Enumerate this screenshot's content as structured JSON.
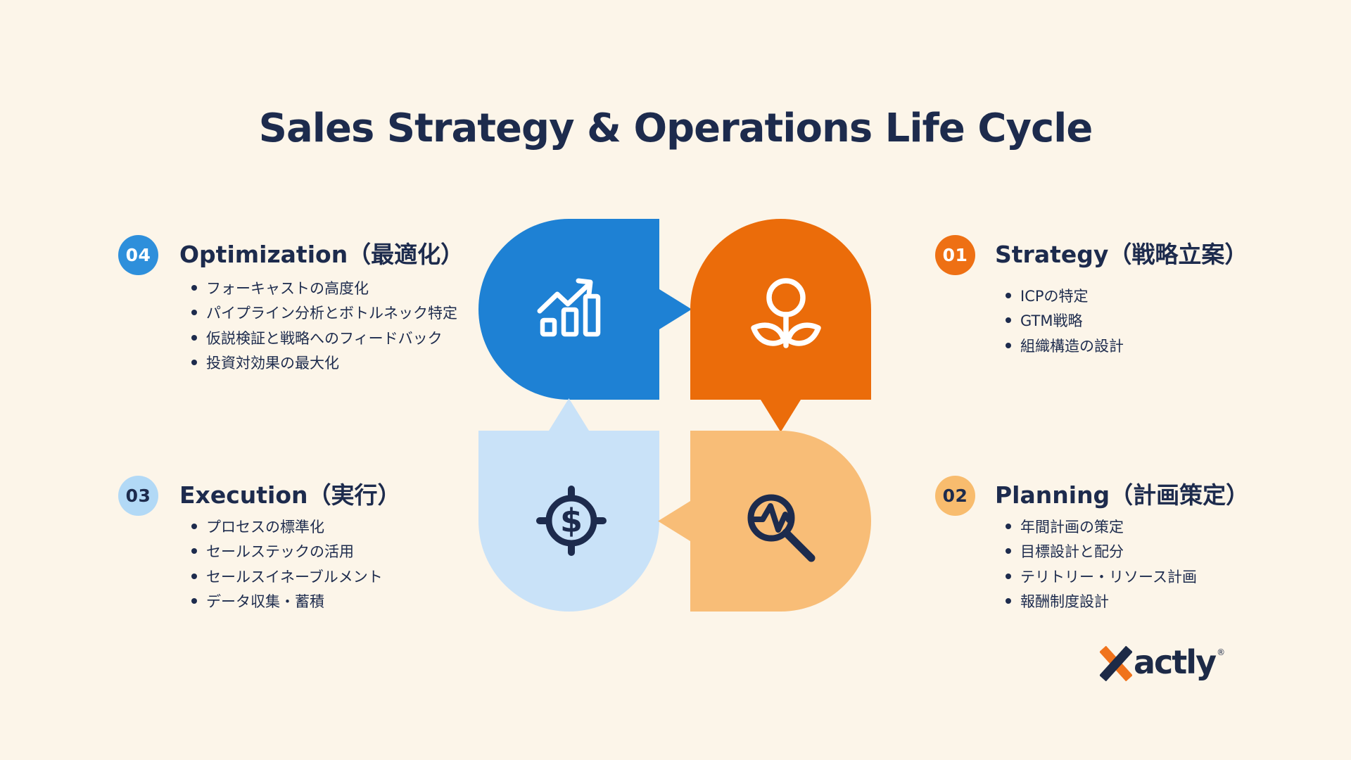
{
  "title": "Sales Strategy & Operations Life Cycle",
  "quadrants": [
    {
      "number": "01",
      "label": "Strategy（戦略立案）",
      "icon": "flower-growth-icon",
      "accent_color": "#ee7014",
      "bubble_color": "#eb6c0a",
      "items": [
        "ICPの特定",
        "GTM戦略",
        "組織構造の設計"
      ]
    },
    {
      "number": "02",
      "label": "Planning（計画策定）",
      "icon": "search-pulse-icon",
      "accent_color": "#f8bc6e",
      "bubble_color": "#f8bd77",
      "items": [
        "年間計画の策定",
        "目標設計と配分",
        "テリトリー・リソース計画",
        "報酬制度設計"
      ]
    },
    {
      "number": "03",
      "label": "Execution（実行）",
      "icon": "dollar-target-icon",
      "accent_color": "#b2d9f6",
      "bubble_color": "#c9e2f8",
      "items": [
        "プロセスの標準化",
        "セールステックの活用",
        "セールスイネーブルメント",
        "データ収集・蓄積"
      ]
    },
    {
      "number": "04",
      "label": "Optimization（最適化）",
      "icon": "growth-chart-icon",
      "accent_color": "#2e8fdb",
      "bubble_color": "#1e81d4",
      "items": [
        "フォーキャストの高度化",
        "パイプライン分析とボトルネック特定",
        "仮説検証と戦略へのフィードバック",
        "投資対効果の最大化"
      ]
    }
  ],
  "logo": {
    "brand": "Xactly",
    "wordmark_rest": "actly",
    "registered_mark": "®"
  },
  "colors": {
    "background": "#fcf5e9",
    "text_navy": "#1d2b4d",
    "blue": "#1e81d4",
    "orange": "#eb6c0a",
    "light_blue": "#c9e2f8",
    "light_orange": "#f8bd77",
    "logo_orange": "#f0731c",
    "logo_navy": "#1d2a47",
    "icon_white": "#ffffff"
  }
}
